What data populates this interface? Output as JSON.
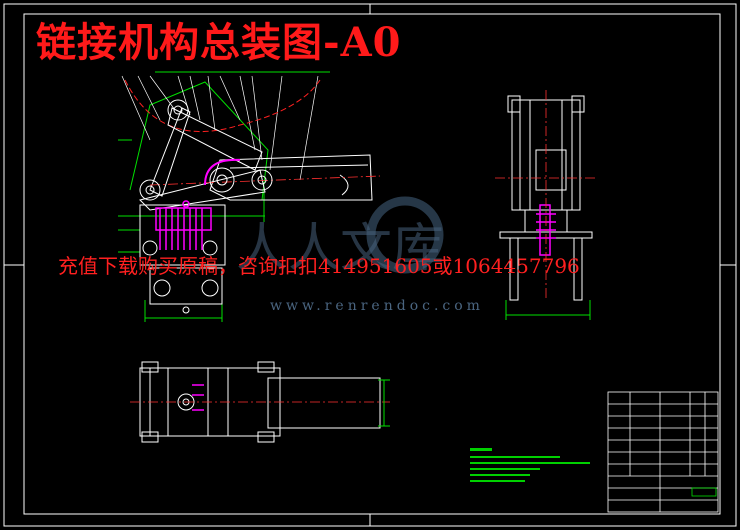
{
  "drawing": {
    "title": "链接机构总装图-A0",
    "watermark_text": "充值下载购买原稿，咨询扣扣414951605或1064457796",
    "watermark_site": "www.renrendoc.com",
    "watermark_logo": "人人文库"
  },
  "colors": {
    "background": "#000000",
    "frame": "#ffffff",
    "title_red": "#ff1a1a",
    "geometry_white": "#ffffff",
    "dimension_green": "#00e000",
    "highlight_magenta": "#ff00ff",
    "centerline_red": "#ff3030",
    "watermark_blue": "#47627c"
  }
}
